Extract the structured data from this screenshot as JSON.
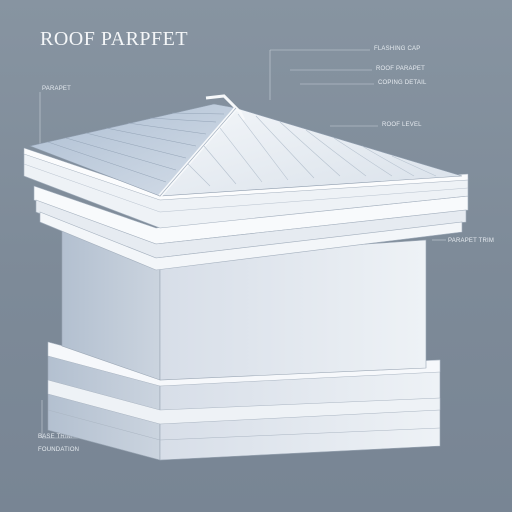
{
  "title": "ROOF PARPFET",
  "labels": {
    "upper_left": "PARAPET",
    "top_right_1": "FLASHING CAP",
    "top_right_2": "ROOF PARAPET",
    "top_right_3": "COPING DETAIL",
    "mid_right": "ROOF LEVEL",
    "right_side": "PARAPET TRIM",
    "lower_left_1": "BASE TRIM",
    "lower_left_2": "FOUNDATION"
  },
  "colors": {
    "background": "#7f8d9b",
    "roof": "#dfe6ef",
    "roof_shade": "#b9c7d8",
    "wall": "#e9edf3",
    "wall_shade": "#cbd4e0",
    "trim": "#f7f9fb",
    "line": "#9aa6b4"
  }
}
